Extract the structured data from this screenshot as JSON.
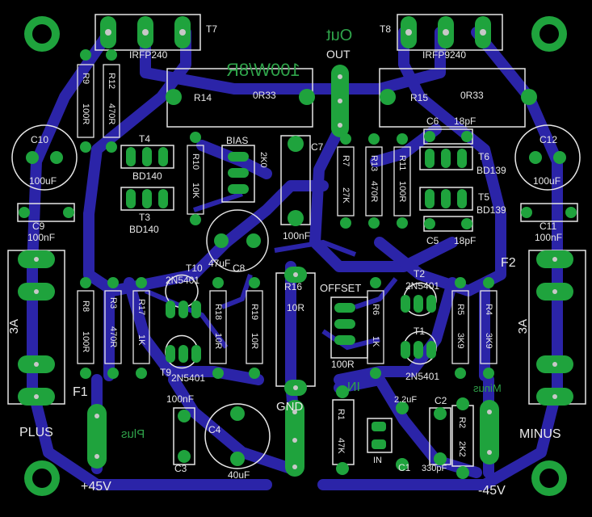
{
  "colors": {
    "background": "#000000",
    "copper": "#2b24a8",
    "pad": "#1fa33d",
    "drill": "#c8c8c8",
    "silk": "#e6e6e6",
    "silk_bottom": "#2fa34a"
  },
  "board": {
    "transistors_top": [
      {
        "ref": "T7",
        "part": "IRFP240"
      },
      {
        "ref": "T8",
        "part": "IRFP9240"
      }
    ],
    "title_mirrored": "100W/8R",
    "out_mirrored": "Out",
    "out": "OUT",
    "resistors_top": [
      {
        "ref": "R9",
        "value": "100R"
      },
      {
        "ref": "R12",
        "value": "470R"
      },
      {
        "ref": "R14",
        "value": "0R33"
      },
      {
        "ref": "R15",
        "value": "0R33"
      }
    ],
    "capacitors_left": {
      "ref": "C10",
      "value": "100uF"
    },
    "capacitors_right": {
      "ref": "C12",
      "value": "100uF"
    },
    "driver_left": [
      {
        "ref": "T4",
        "part": "BD140"
      },
      {
        "ref": "T3",
        "part": "BD140"
      }
    ],
    "driver_right": [
      {
        "ref": "T6",
        "part": "BD139"
      },
      {
        "ref": "T5",
        "part": "BD139"
      }
    ],
    "r10": {
      "ref": "R10",
      "value": "10K"
    },
    "bias": {
      "label": "BIAS",
      "value": "2K0"
    },
    "c7": {
      "ref": "C7",
      "value": "100nF"
    },
    "r7": {
      "ref": "R7",
      "value": "27K"
    },
    "r13": {
      "ref": "R13",
      "value": "470R"
    },
    "r11": {
      "ref": "R11",
      "value": "100R"
    },
    "c6": {
      "ref": "C6",
      "value": "18pF"
    },
    "c5": {
      "ref": "C5",
      "value": "18pF"
    },
    "c9": {
      "ref": "C9",
      "value": "100nF"
    },
    "c11": {
      "ref": "C11",
      "value": "100nF"
    },
    "c8": {
      "ref": "C8",
      "value": "47uF"
    },
    "fuses": [
      {
        "ref": "F1",
        "value": "3A"
      },
      {
        "ref": "F2",
        "value": "3A"
      }
    ],
    "t10": {
      "ref": "T10",
      "part": "2N5401"
    },
    "t9": {
      "ref": "T9",
      "part": "2N5401"
    },
    "r8": {
      "ref": "R8",
      "value": "100R"
    },
    "r3": {
      "ref": "R3",
      "value": "470R"
    },
    "r17": {
      "ref": "R17",
      "value": "1K"
    },
    "r18": {
      "ref": "R18",
      "value": "10R"
    },
    "r19": {
      "ref": "R19",
      "value": "10R"
    },
    "r16": {
      "ref": "R16",
      "value": "10R"
    },
    "offset": {
      "label": "OFFSET",
      "value": "100R"
    },
    "r6": {
      "ref": "R6",
      "value": "1K"
    },
    "t2": {
      "ref": "T2",
      "part": "2N5401"
    },
    "t1": {
      "ref": "T1",
      "part": "2N5401"
    },
    "r5": {
      "ref": "R5",
      "value": "3K9"
    },
    "r4": {
      "ref": "R4",
      "value": "3K9"
    },
    "minus_mirrored": "Minus",
    "plus_label": "PLUS",
    "plus_mirrored": "Plus",
    "minus_label": "MINUS",
    "c3": {
      "ref": "C3",
      "value": "100nF"
    },
    "c4": {
      "ref": "C4",
      "value": "40uF"
    },
    "gnd": "GND",
    "in_mirrored": "IN",
    "r1": {
      "ref": "R1",
      "value": "47K"
    },
    "in_label": "IN",
    "c1": {
      "ref": "C1",
      "value": "2.2uF"
    },
    "c2": {
      "ref": "C2",
      "value": "330pF"
    },
    "r2": {
      "ref": "R2",
      "value": "2K2"
    },
    "v_pos": "+45V",
    "v_neg": "-45V"
  }
}
